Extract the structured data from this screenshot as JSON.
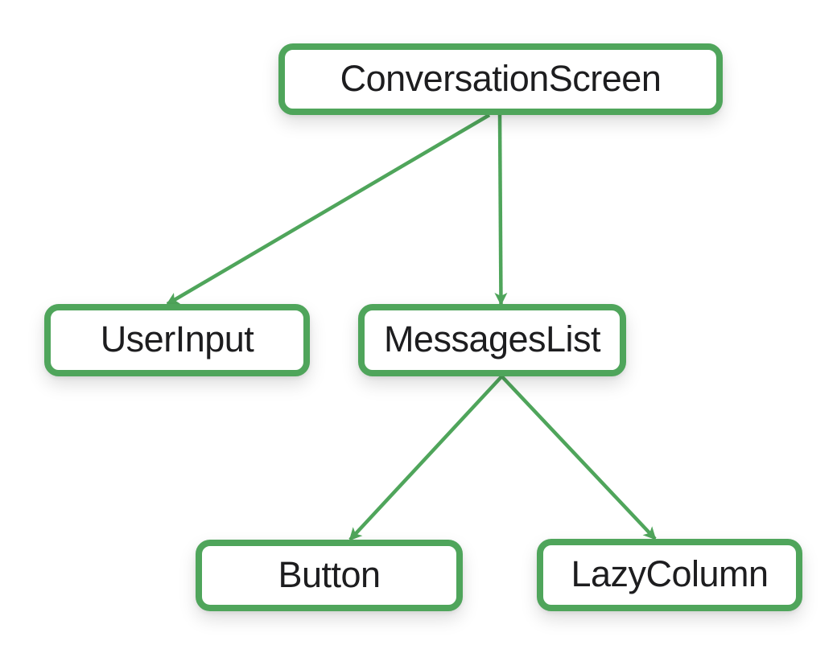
{
  "colors": {
    "accent_green": "#4FA55B",
    "text": "#1D1D1F",
    "background": "#FFFFFF"
  },
  "diagram": {
    "type": "tree",
    "nodes": [
      {
        "id": "conversation-screen",
        "label": "ConversationScreen"
      },
      {
        "id": "user-input",
        "label": "UserInput"
      },
      {
        "id": "messages-list",
        "label": "MessagesList"
      },
      {
        "id": "button",
        "label": "Button"
      },
      {
        "id": "lazy-column",
        "label": "LazyColumn"
      }
    ],
    "edges": [
      {
        "from": "conversation-screen",
        "to": "user-input"
      },
      {
        "from": "conversation-screen",
        "to": "messages-list"
      },
      {
        "from": "messages-list",
        "to": "button"
      },
      {
        "from": "messages-list",
        "to": "lazy-column"
      }
    ]
  }
}
